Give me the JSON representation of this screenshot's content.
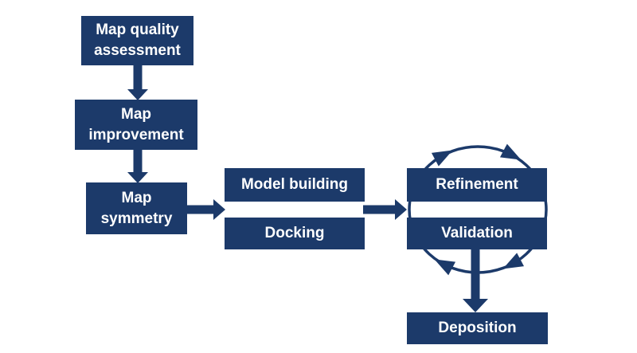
{
  "colors": {
    "node_fill": "#1c3a6a",
    "node_text": "#ffffff",
    "arrow": "#1c3a6a",
    "background": "#ffffff"
  },
  "nodes": {
    "map_quality": {
      "line1": "Map quality",
      "line2": "assessment"
    },
    "map_improvement": {
      "line1": "Map",
      "line2": "improvement"
    },
    "map_symmetry": {
      "line1": "Map",
      "line2": "symmetry"
    },
    "model_building": {
      "label": "Model building"
    },
    "docking": {
      "label": "Docking"
    },
    "refinement": {
      "label": "Refinement"
    },
    "validation": {
      "label": "Validation"
    },
    "deposition": {
      "label": "Deposition"
    }
  },
  "edges": [
    {
      "from": "Map quality assessment",
      "to": "Map improvement",
      "type": "arrow-down"
    },
    {
      "from": "Map improvement",
      "to": "Map symmetry",
      "type": "arrow-down"
    },
    {
      "from": "Map symmetry",
      "to": "Model building / Docking",
      "type": "arrow-right"
    },
    {
      "from": "Model building / Docking",
      "to": "Refinement / Validation",
      "type": "arrow-right"
    },
    {
      "from": "Refinement",
      "to": "Validation",
      "type": "cycle",
      "direction": "clockwise"
    },
    {
      "from": "Refinement / Validation",
      "to": "Deposition",
      "type": "arrow-down"
    }
  ]
}
